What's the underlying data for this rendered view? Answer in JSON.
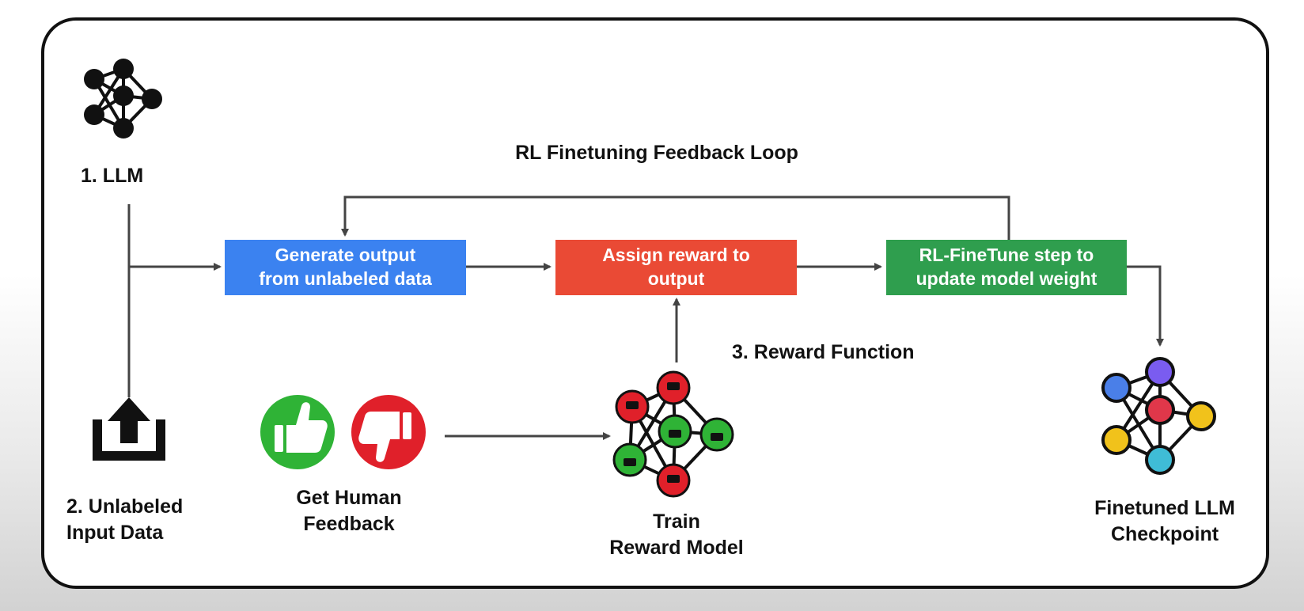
{
  "llm": {
    "label": "1. LLM",
    "icon": "neural-network-icon"
  },
  "input": {
    "line1": "2. Unlabeled",
    "line2": "Input Data",
    "icon": "upload-icon"
  },
  "loop_title": "RL Finetuning Feedback Loop",
  "steps": [
    {
      "line1": "Generate output",
      "line2": "from unlabeled data",
      "color": "#3b82f0"
    },
    {
      "line1": "Assign reward to",
      "line2": "output",
      "color": "#ea4a35"
    },
    {
      "line1": "RL-FineTune step to",
      "line2": "update model weight",
      "color": "#2f9e4e"
    }
  ],
  "reward_function": "3. Reward Function",
  "human_feedback": {
    "line1": "Get Human",
    "line2": "Feedback",
    "icons": [
      "thumbs-up-icon",
      "thumbs-down-icon"
    ]
  },
  "reward_model": {
    "line1": "Train",
    "line2": "Reward Model",
    "icon": "reward-model-network-icon"
  },
  "finetuned": {
    "line1": "Finetuned LLM",
    "line2": "Checkpoint",
    "icon": "finetuned-network-icon"
  },
  "colors": {
    "green": "#2fb336",
    "red": "#e0202a",
    "blue": "#3b82f0",
    "orange": "#ea4a35",
    "darkgreen": "#2f9e4e"
  }
}
